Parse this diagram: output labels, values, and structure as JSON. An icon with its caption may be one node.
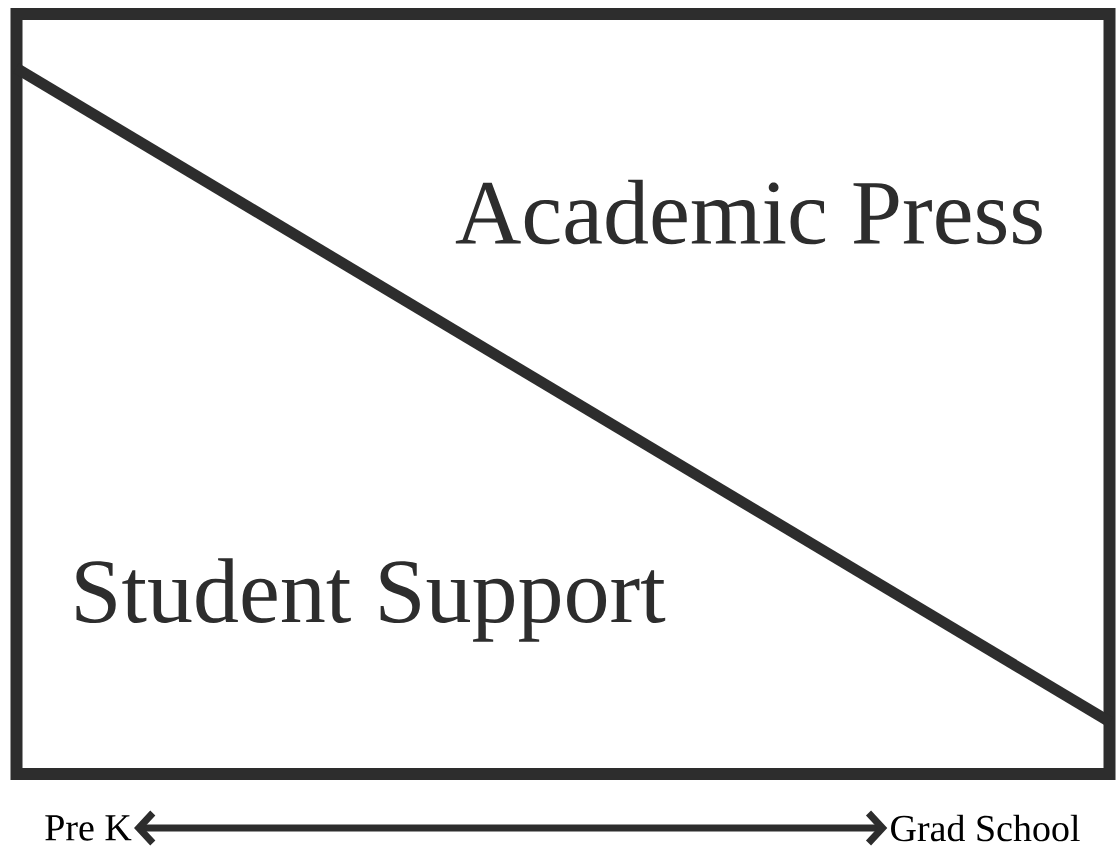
{
  "diagram": {
    "nodes": [
      {
        "text": [
          "Academic Press",
          "Student Support"
        ]
      },
      {
        "text": [
          "Pre K"
        ]
      },
      {
        "text": [
          "Grad School"
        ]
      }
    ],
    "edges": [
      {
        "from": 1,
        "to": 2,
        "arrow": "both"
      }
    ]
  }
}
